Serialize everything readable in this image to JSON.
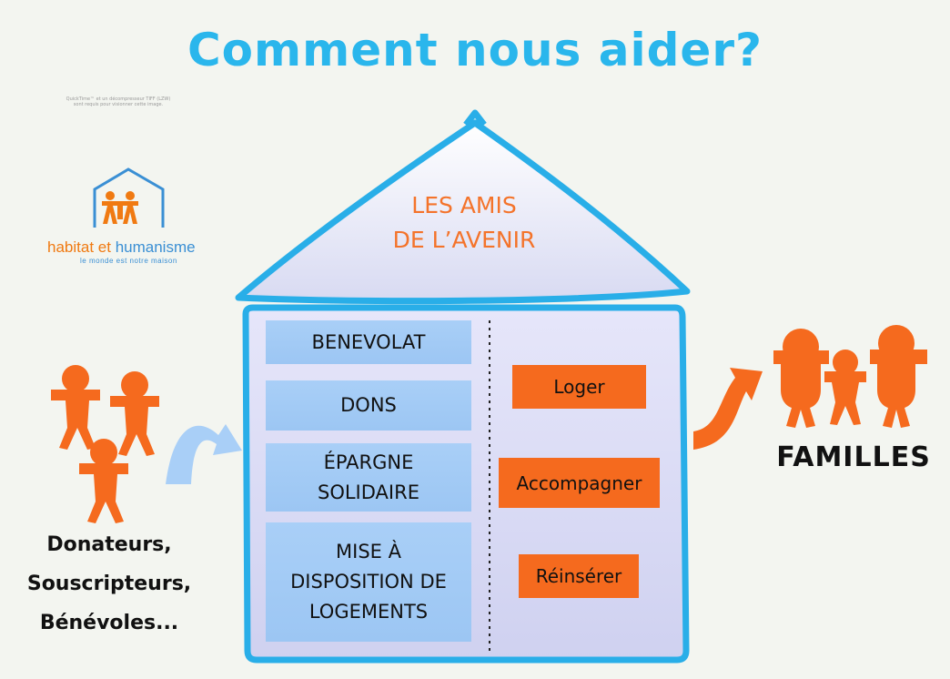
{
  "title": "Comment nous aider?",
  "quicktime_note": "QuickTime™ et un décompresseur TIFF (LZW) sont requis pour visionner cette image.",
  "logo": {
    "name_part1": "habitat et",
    "name_part2": "humanisme",
    "tagline": "le monde est notre maison"
  },
  "house": {
    "roof_line1": "LES AMIS",
    "roof_line2": "DE L’AVENIR",
    "ways_to_help": [
      {
        "label": "BENEVOLAT"
      },
      {
        "label": "DONS"
      },
      {
        "label": "ÉPARGNE SOLIDAIRE"
      },
      {
        "label": "MISE À DISPOSITION DE LOGEMENTS"
      }
    ],
    "actions": [
      {
        "label": "Loger"
      },
      {
        "label": "Accompagner"
      },
      {
        "label": "Réinsérer"
      }
    ]
  },
  "donors": {
    "line1": "Donateurs,",
    "line2": "Souscripteurs,",
    "line3": "Bénévoles..."
  },
  "families_label": "FAMILLES",
  "colors": {
    "title": "#2ab6ec",
    "house_outline": "#29aee8",
    "orange": "#f56a1e",
    "light_blue_box": "#a9cff7",
    "logo_blue": "#3a8fd4"
  }
}
